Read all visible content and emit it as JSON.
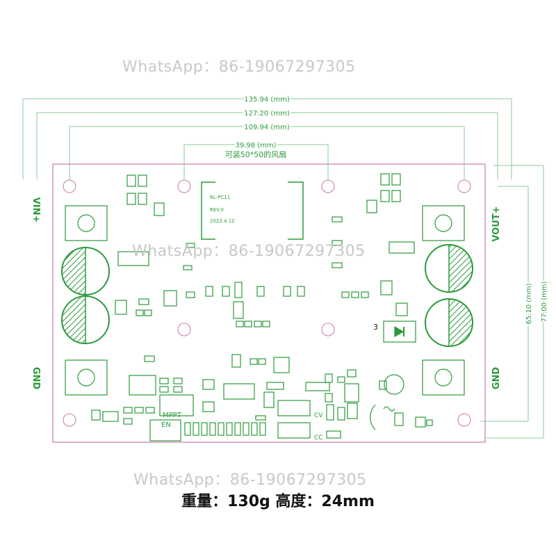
{
  "watermark": "WhatsApp：86-19067297305",
  "dimensions": {
    "d1": "135.94 (mm)",
    "d2": "127.20 (mm)",
    "d3": "109.94 (mm)",
    "d4": "39.98 (mm)",
    "fan_note": "可装50*50的风扇",
    "v1": "65.10 (mm)",
    "v2": "77.00 (mm)"
  },
  "silkscreen": {
    "model": "RL-PC11",
    "rev": "REV.0",
    "date": "2022.4.12",
    "mppt": "MPPT",
    "en": "EN",
    "cv": "CV",
    "cc": "CC",
    "num3": "3"
  },
  "terminals": {
    "vin_plus": "VIN+",
    "vout_plus": "VOUT+",
    "gnd_left": "GND",
    "gnd_right": "GND"
  },
  "caption": "重量：130g 高度：24mm",
  "colors": {
    "outline": "#c878a8",
    "pcb_green": "#2a9a3a",
    "dim_line": "#88c898",
    "watermark": "#c8c8c8"
  }
}
